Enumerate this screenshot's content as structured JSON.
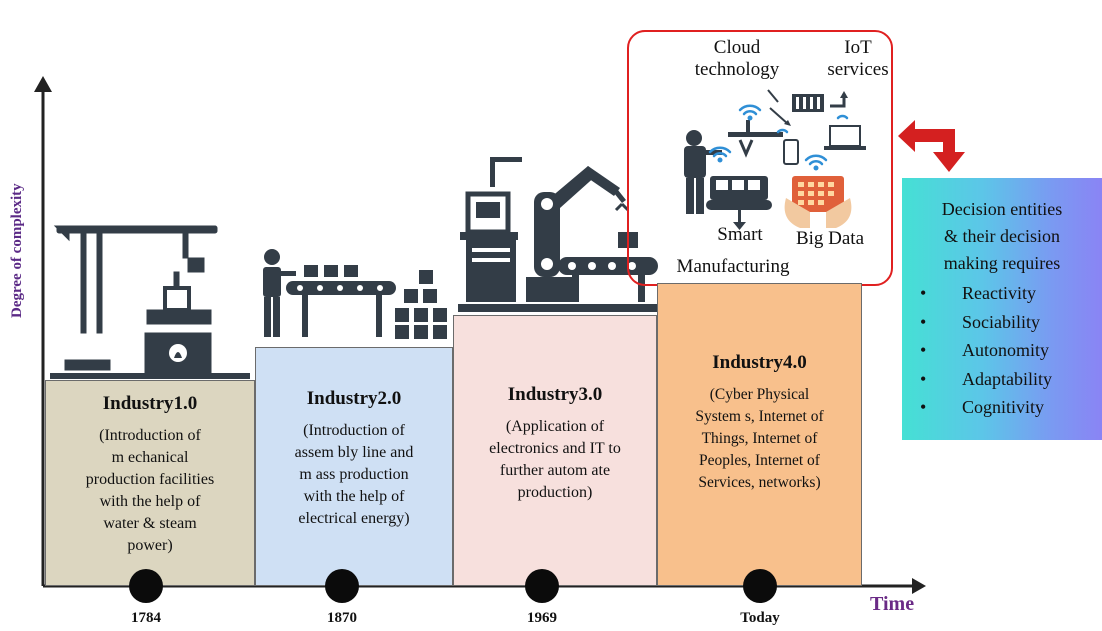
{
  "axes": {
    "y_label": "Degree of complexity",
    "x_label": "Time"
  },
  "stages": [
    {
      "title": "Industry1.0",
      "desc": [
        "(Introduction of",
        "m echanical",
        "production facilities",
        "with the help of",
        "water & steam",
        "power)"
      ],
      "year": "1784",
      "color": "#dcd6c0"
    },
    {
      "title": "Industry2.0",
      "desc": [
        "(Introduction of",
        "assem bly line and",
        "m ass production",
        "with the help of",
        "electrical energy)"
      ],
      "year": "1870",
      "color": "#cfe0f4"
    },
    {
      "title": "Industry3.0",
      "desc": [
        "(Application of",
        "electronics and IT to",
        "further autom ate",
        "production)"
      ],
      "year": "1969",
      "color": "#f7e0dd"
    },
    {
      "title": "Industry4.0",
      "desc": [
        "(Cyber Physical",
        "System s, Internet of",
        "Things, Internet of",
        "Peoples, Internet of",
        "Services, networks)"
      ],
      "year": "Today",
      "color": "#f8c08c"
    }
  ],
  "industry4_illustration": {
    "labels": {
      "cloud": [
        "Cloud",
        "technology"
      ],
      "iot": [
        "IoT",
        "services"
      ],
      "smart": "Smart",
      "manufacturing": "Manufacturing",
      "bigdata": "Big Data"
    }
  },
  "decision_panel": {
    "heading": [
      "Decision entities",
      "& their decision",
      "making requires"
    ],
    "items": [
      "Reactivity",
      "Sociability",
      "Autonomity",
      "Adaptability",
      "Cognitivity"
    ],
    "bullet": "•"
  },
  "colors": {
    "axis": "#222222",
    "label_purple": "#5b2a86",
    "frame_red": "#e02020",
    "arrow_red": "#d42020",
    "icon": "#333d47"
  }
}
